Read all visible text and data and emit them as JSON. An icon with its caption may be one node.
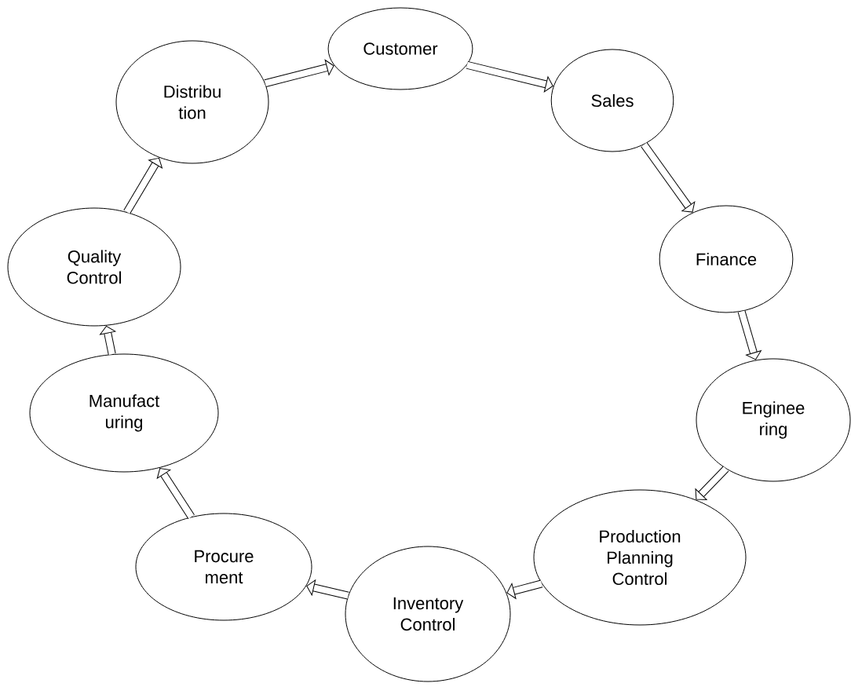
{
  "diagram": {
    "nodes": [
      {
        "text": [
          "Customer"
        ]
      },
      {
        "text": [
          "Sales"
        ]
      },
      {
        "text": [
          "Finance"
        ]
      },
      {
        "text": [
          "Enginee ring"
        ]
      },
      {
        "text": [
          "Production Planning Control"
        ]
      },
      {
        "text": [
          "Inventory Control"
        ]
      },
      {
        "text": [
          "Procure ment"
        ]
      },
      {
        "text": [
          "Manufact uring"
        ]
      },
      {
        "text": [
          "Quality Control"
        ]
      },
      {
        "text": [
          "Distribu tion"
        ]
      }
    ],
    "edges": [
      {
        "from": 9,
        "to": 0,
        "arrow": "to"
      },
      {
        "from": 0,
        "to": 1,
        "arrow": "to"
      },
      {
        "from": 1,
        "to": 2,
        "arrow": "to"
      },
      {
        "from": 2,
        "to": 3,
        "arrow": "to"
      },
      {
        "from": 3,
        "to": 4,
        "arrow": "to"
      },
      {
        "from": 4,
        "to": 5,
        "arrow": "to"
      },
      {
        "from": 5,
        "to": 6,
        "arrow": "to"
      },
      {
        "from": 6,
        "to": 7,
        "arrow": "to"
      },
      {
        "from": 7,
        "to": 8,
        "arrow": "to"
      },
      {
        "from": 8,
        "to": 9,
        "arrow": "to"
      }
    ]
  }
}
